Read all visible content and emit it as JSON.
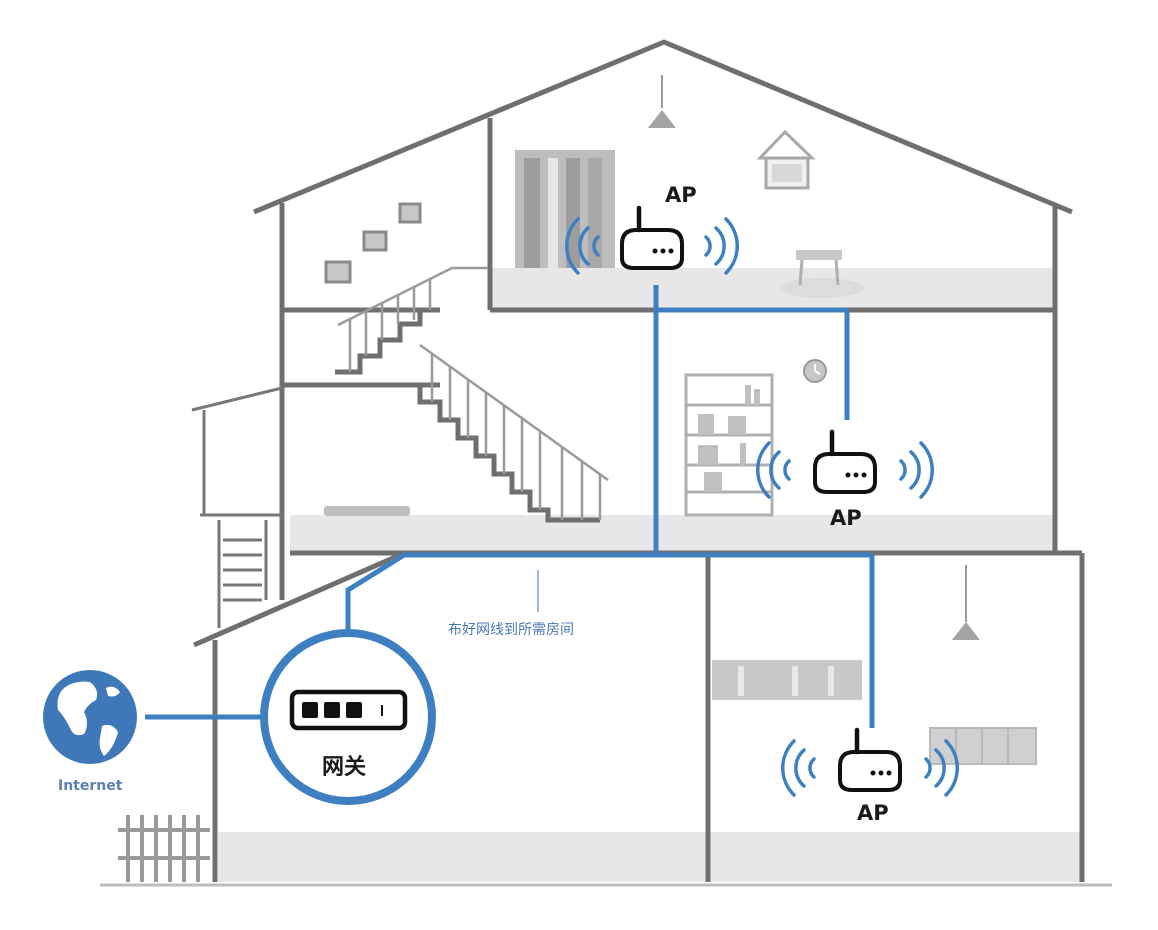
{
  "labels": {
    "ap_top": "AP",
    "ap_middle": "AP",
    "ap_bottom": "AP",
    "gateway": "网关",
    "internet": "Internet",
    "cable_note": "布好网线到所需房间"
  },
  "colors": {
    "cable": "#3d7fc1",
    "wall": "#6f6f6f",
    "floor": "#e7e7e7",
    "wifi": "#3d7fc1",
    "globe": "#3f78b8"
  },
  "icons": {
    "router": "router-icon",
    "globe": "globe-icon",
    "wifi": "wifi-signal-icon",
    "gateway": "gateway-switch-icon"
  }
}
